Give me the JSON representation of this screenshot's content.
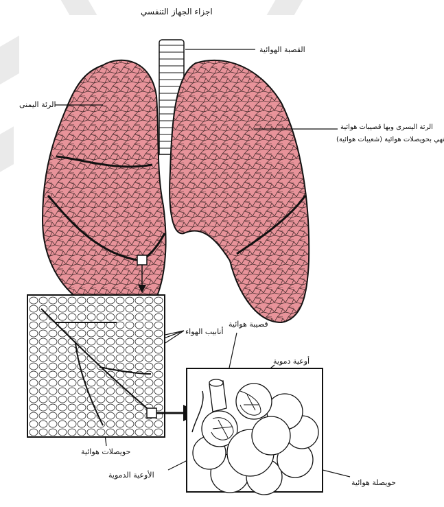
{
  "title": "اجزاء الجهاز التنفسي",
  "labels": {
    "trachea": "القصبة الهوائية",
    "right_lung": "الرئة اليمنى",
    "left_lung_line1": "الرئة اليسرى وبها قصيبات هوائية",
    "left_lung_line2": "(شعيبات هوائية) تنتهي بحويصلات هوائية",
    "air_tubes": "أنابيب الهواء",
    "alveoli_cluster": "حويصلات هوائية",
    "bronchiole": "قصيبة هوائية",
    "blood_vessels": "أوعية دموية",
    "capillaries": "الأوعية الدموية",
    "alveolus": "حويصلة هوائية"
  },
  "colors": {
    "lung_fill": "#e8939a",
    "outline": "#1a1a1a",
    "background": "#ffffff"
  }
}
